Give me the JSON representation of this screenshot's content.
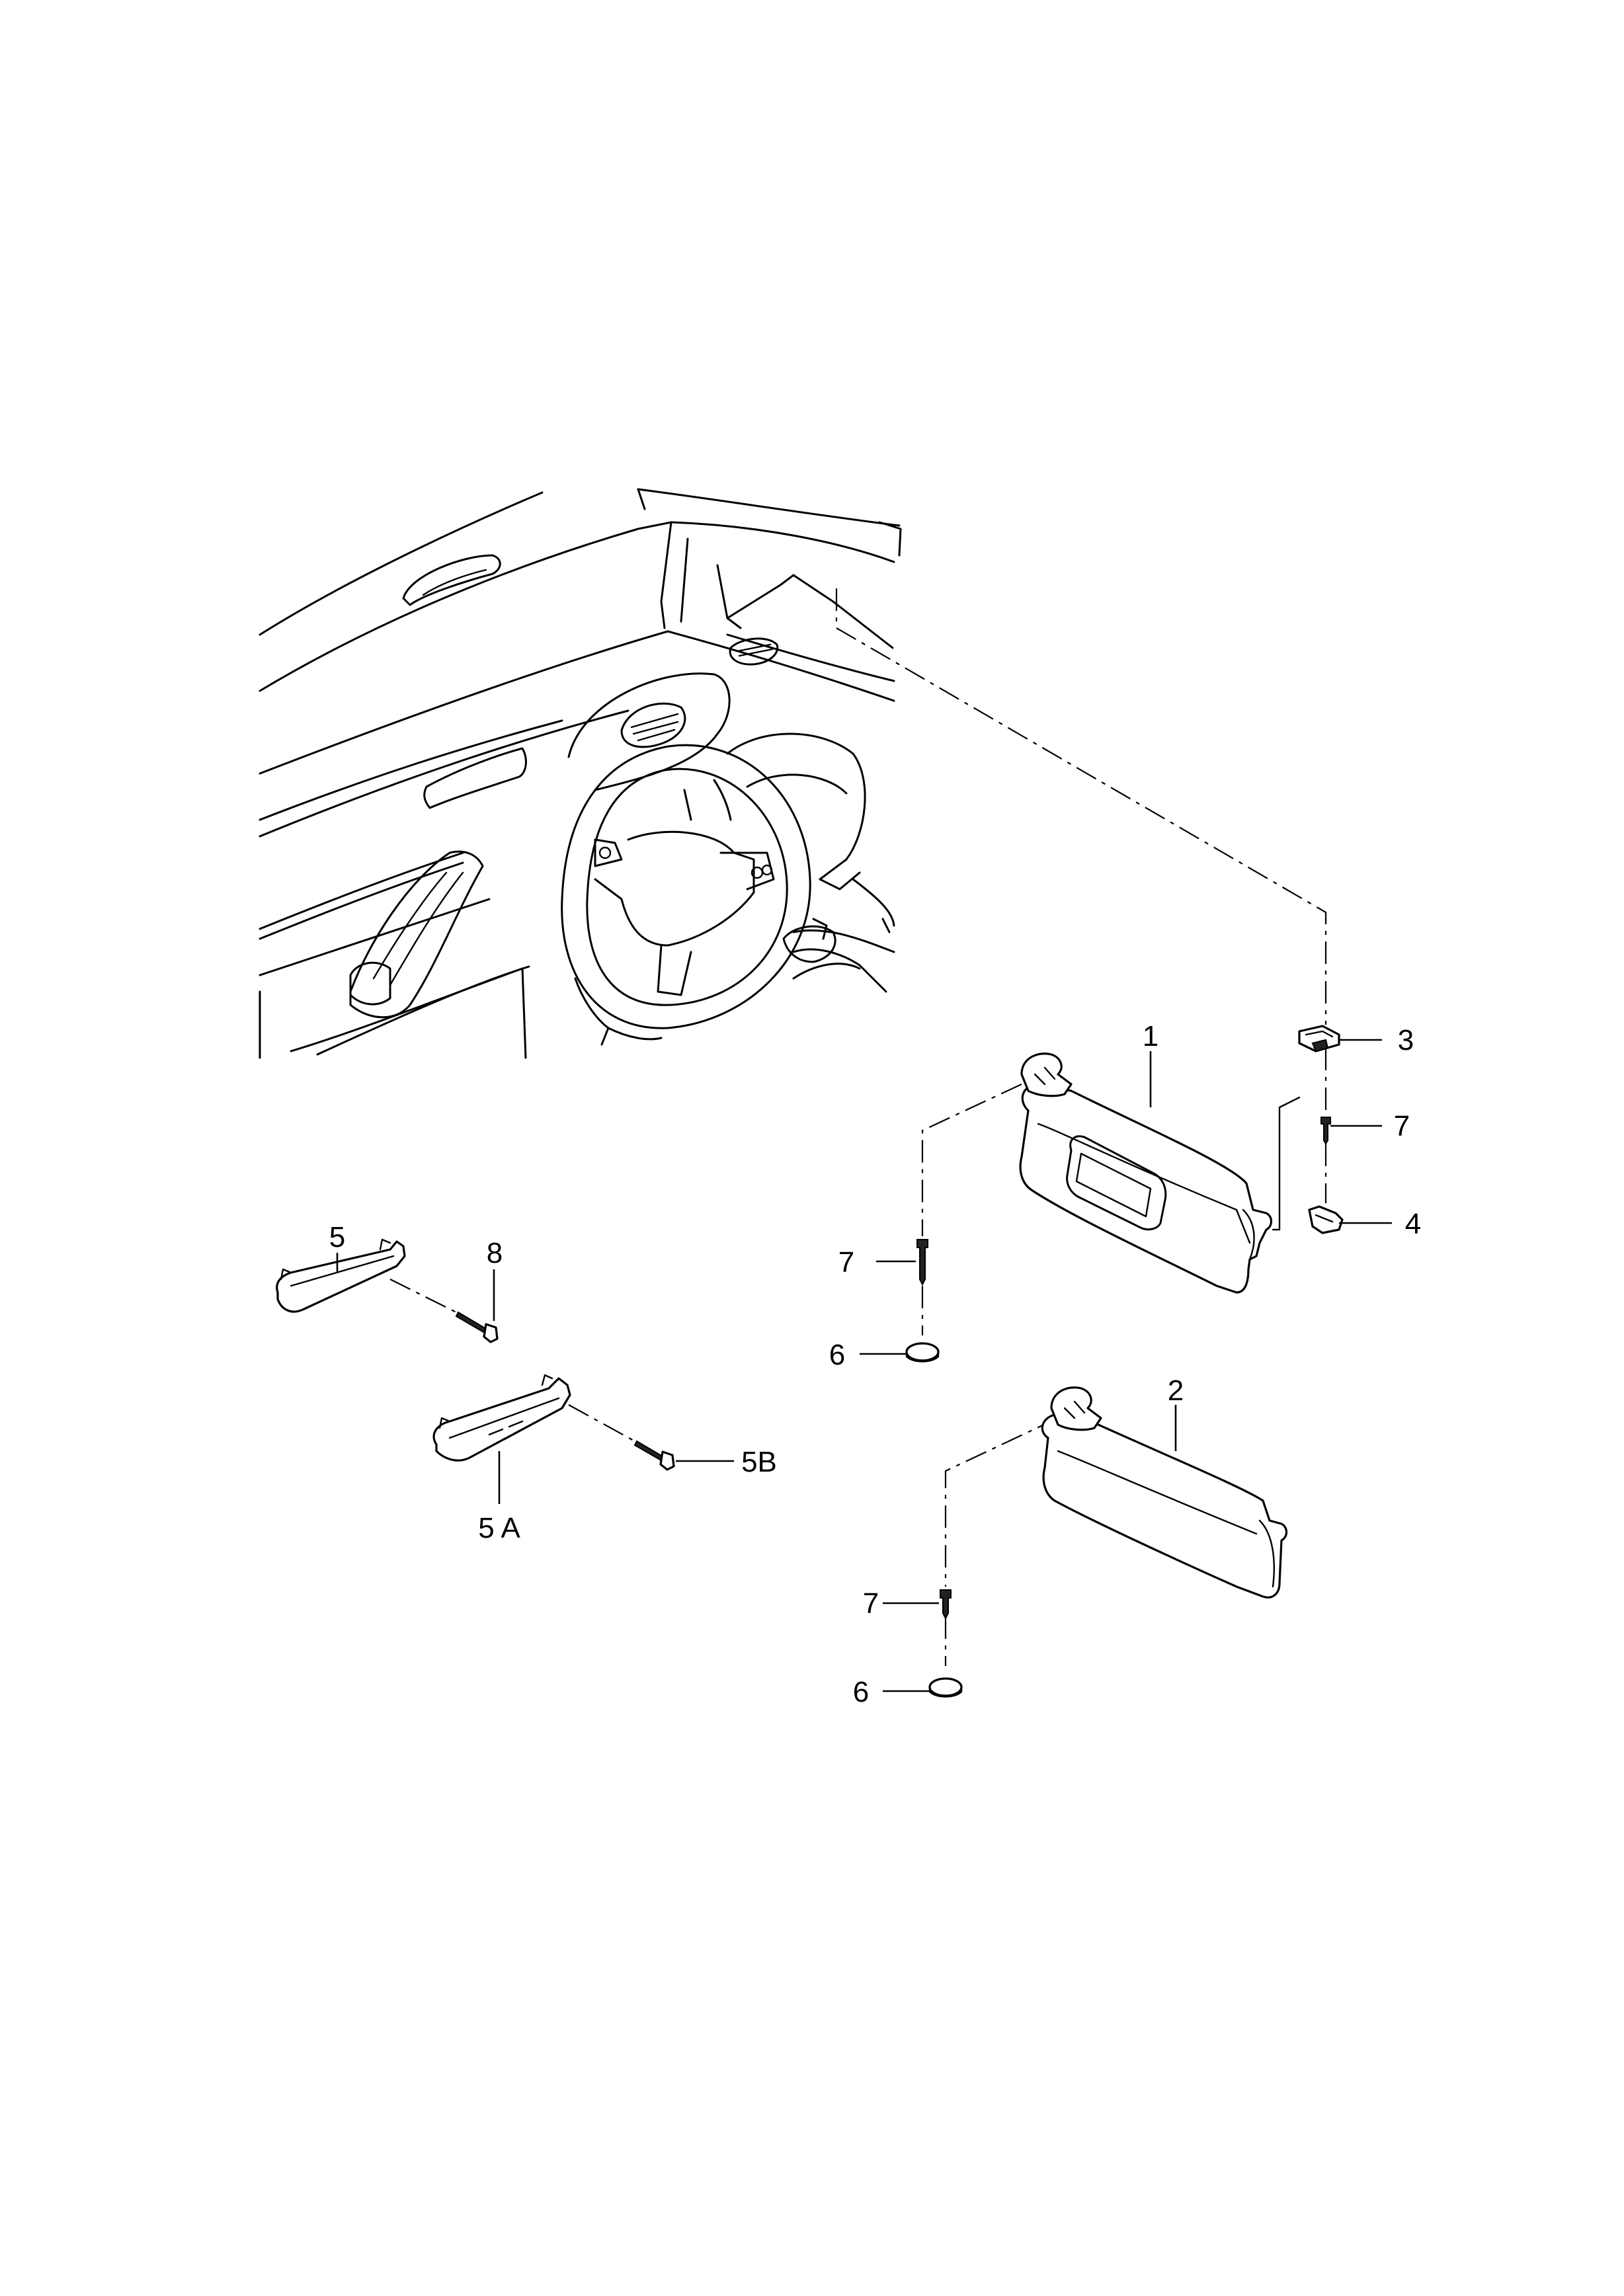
{
  "diagram": {
    "type": "exploded parts diagram",
    "callouts": {
      "c1": "1",
      "c2": "2",
      "c3": "3",
      "c4": "4",
      "c5": "5",
      "c5A": "5 A",
      "c5B": "5B",
      "c6a": "6",
      "c6b": "6",
      "c7a": "7",
      "c7b": "7",
      "c7c": "7",
      "c8": "8"
    }
  }
}
